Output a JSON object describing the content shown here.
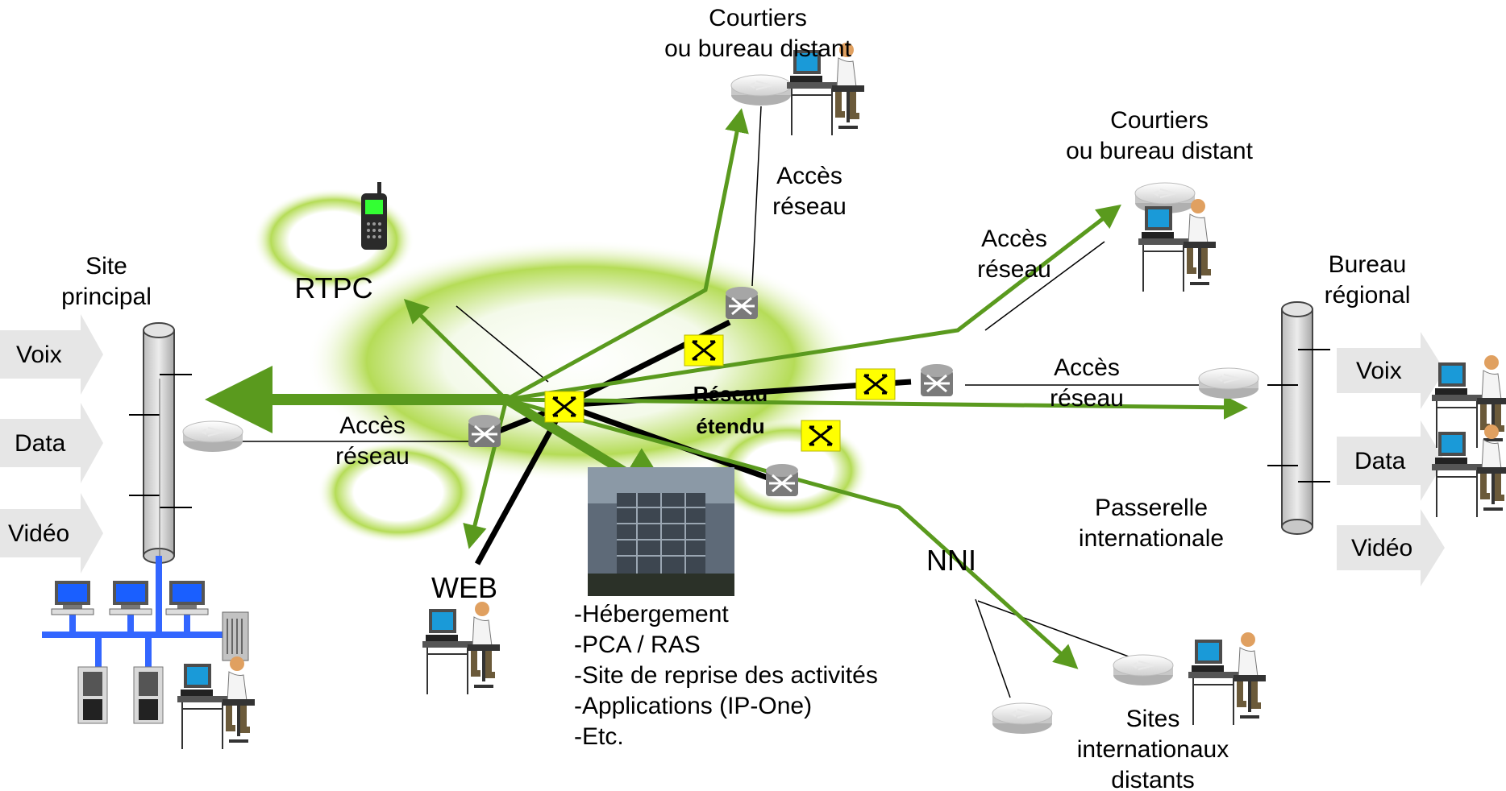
{
  "labels": {
    "courtiers_top_1": "Courtiers",
    "courtiers_top_2": "ou bureau distant",
    "courtiers_right_1": "Courtiers",
    "courtiers_right_2": "ou bureau distant",
    "acces_reseau_top_1": "Accès",
    "acces_reseau_top_2": "réseau",
    "acces_reseau_mid_1": "Accès",
    "acces_reseau_mid_2": "réseau",
    "acces_reseau_right_1": "Accès",
    "acces_reseau_right_2": "réseau",
    "acces_reseau_left_1": "Accès",
    "acces_reseau_left_2": "réseau",
    "site_principal_1": "Site",
    "site_principal_2": "principal",
    "bureau_regional_1": "Bureau",
    "bureau_regional_2": "régional",
    "rtpc": "RTPC",
    "web": "WEB",
    "nni": "NNI",
    "reseau_etendu_1": "Réseau",
    "reseau_etendu_2": "étendu",
    "passerelle_1": "Passerelle",
    "passerelle_2": "internationale",
    "sites_int_1": "Sites",
    "sites_int_2": "internationaux",
    "sites_int_3": "distants"
  },
  "flows_left": [
    "Voix",
    "Data",
    "Vidéo"
  ],
  "flows_right": [
    "Voix",
    "Data",
    "Vidéo"
  ],
  "services": [
    "-Hébergement",
    "-PCA / RAS",
    "-Site de reprise des activités",
    "-Applications (IP-One)",
    "-Etc."
  ],
  "colors": {
    "arrow_green": "#5a9a1e",
    "halo_green": "#9acd32",
    "lan_blue": "#3366ff",
    "switch_yellow": "#ffff00",
    "router_grey": "#8c8c8c",
    "flow_grey": "#e6e6e6"
  }
}
